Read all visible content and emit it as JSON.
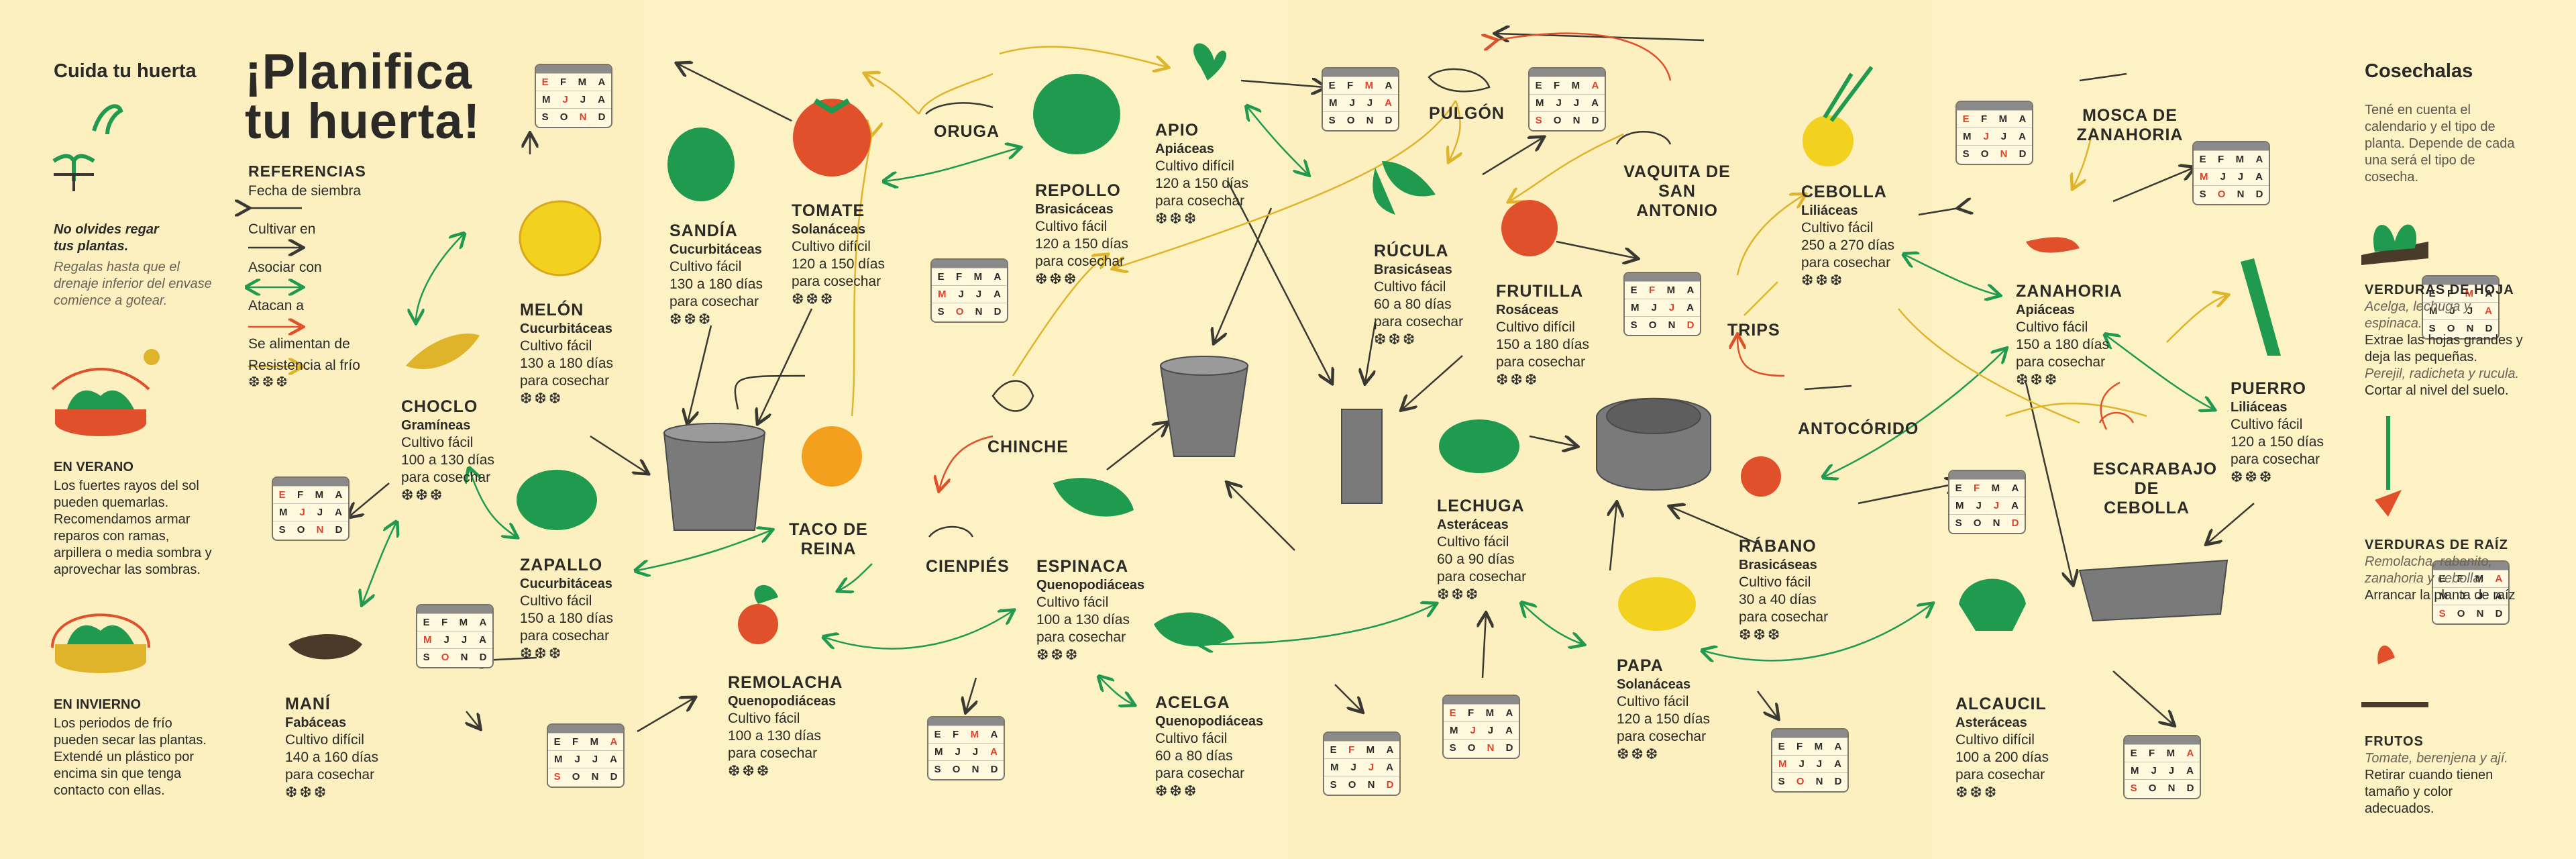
{
  "left": {
    "heading": "Cuida tu huerta",
    "water_title": "No olvides regar tus plantas.",
    "water_text": "Regalas hasta que el drenaje inferior del envase comience a gotear.",
    "summer_title": "EN VERANO",
    "summer_text": "Los fuertes rayos del sol pueden quemarlas. Recomendamos armar reparos con ramas, arpillera o media sombra y aprovechar las sombras.",
    "winter_title": "EN INVIERNO",
    "winter_text": "Los periodos de frío pueden secar las plantas. Extendé un plástico por encima sin que tenga contacto con ellas."
  },
  "title_line1": "¡Planifica",
  "title_line2": "tu huerta!",
  "references": {
    "heading": "REFERENCIAS",
    "items": [
      "Fecha de siembra",
      "Cultivar en",
      "Asociar con",
      "Atacan a",
      "Se alimentan de",
      "Resistencia al frío"
    ],
    "resistance_symbol": "❆❆❆"
  },
  "colors": {
    "green": "#1f9a4e",
    "yellow": "#e0b42a",
    "orange": "#e0502a",
    "dark": "#3a3832",
    "background": "#fdf0bf"
  },
  "calendar": {
    "row1": [
      "E",
      "F",
      "M",
      "A"
    ],
    "row2": [
      "M",
      "J",
      "J",
      "A"
    ],
    "row3": [
      "S",
      "O",
      "N",
      "D"
    ]
  },
  "plants": {
    "melon": {
      "name": "MELÓN",
      "family": "Cucurbitáceas",
      "difficulty": "Cultivo fácil",
      "days": "130 a 180 días",
      "harvest": "para cosechar",
      "resist": "❆❆❆"
    },
    "sandia": {
      "name": "SANDÍA",
      "family": "Cucurbitáceas",
      "difficulty": "Cultivo fácil",
      "days": "130 a 180 días",
      "harvest": "para cosechar",
      "resist": "❆❆❆"
    },
    "tomate": {
      "name": "TOMATE",
      "family": "Solanáceas",
      "difficulty": "Cultivo difícil",
      "days": "120 a 150 días",
      "harvest": "para cosechar",
      "resist": "❆❆❆"
    },
    "repollo": {
      "name": "REPOLLO",
      "family": "Brasicáceas",
      "difficulty": "Cultivo fácil",
      "days": "120 a 150 días",
      "harvest": "para cosechar",
      "resist": "❆❆❆"
    },
    "apio": {
      "name": "APIO",
      "family": "Apiáceas",
      "difficulty": "Cultivo difícil",
      "days": "120 a 150 días",
      "harvest": "para cosechar",
      "resist": "❆❆❆"
    },
    "rucula": {
      "name": "RÚCULA",
      "family": "Brasicáseas",
      "difficulty": "Cultivo fácil",
      "days": "60 a 80 días",
      "harvest": "para cosechar",
      "resist": "❆❆❆"
    },
    "frutilla": {
      "name": "FRUTILLA",
      "family": "Rosáceas",
      "difficulty": "Cultivo difícil",
      "days": "150 a 180 días",
      "harvest": "para cosechar",
      "resist": "❆❆❆"
    },
    "cebolla": {
      "name": "CEBOLLA",
      "family": "Liliáceas",
      "difficulty": "Cultivo fácil",
      "days": "250 a 270 días",
      "harvest": "para cosechar",
      "resist": "❆❆❆"
    },
    "zanahoria": {
      "name": "ZANAHORIA",
      "family": "Apiáceas",
      "difficulty": "Cultivo fácil",
      "days": "150 a 180 días",
      "harvest": "para cosechar",
      "resist": "❆❆❆"
    },
    "puerro": {
      "name": "PUERRO",
      "family": "Liliáceas",
      "difficulty": "Cultivo fácil",
      "days": "120 a 150 días",
      "harvest": "para cosechar",
      "resist": "❆❆❆"
    },
    "choclo": {
      "name": "CHOCLO",
      "family": "Gramíneas",
      "difficulty": "Cultivo fácil",
      "days": "100 a 130 días",
      "harvest": "para cosechar",
      "resist": "❆❆❆"
    },
    "zapallo": {
      "name": "ZAPALLO",
      "family": "Cucurbitáceas",
      "difficulty": "Cultivo fácil",
      "days": "150 a 180 días",
      "harvest": "para cosechar",
      "resist": "❆❆❆"
    },
    "mani": {
      "name": "MANÍ",
      "family": "Fabáceas",
      "difficulty": "Cultivo difícil",
      "days": "140 a 160 días",
      "harvest": "para cosechar",
      "resist": "❆❆❆"
    },
    "remolacha": {
      "name": "REMOLACHA",
      "family": "Quenopodiáceas",
      "difficulty": "Cultivo fácil",
      "days": "100 a 130 días",
      "harvest": "para cosechar",
      "resist": "❆❆❆"
    },
    "espinaca": {
      "name": "ESPINACA",
      "family": "Quenopodiáceas",
      "difficulty": "Cultivo fácil",
      "days": "100 a 130 días",
      "harvest": "para cosechar",
      "resist": "❆❆❆"
    },
    "acelga": {
      "name": "ACELGA",
      "family": "Quenopodiáceas",
      "difficulty": "Cultivo fácil",
      "days": "60 a 80 días",
      "harvest": "para cosechar",
      "resist": "❆❆❆"
    },
    "lechuga": {
      "name": "LECHUGA",
      "family": "Asteráceas",
      "difficulty": "Cultivo fácil",
      "days": "60 a 90 días",
      "harvest": "para cosechar",
      "resist": "❆❆❆"
    },
    "papa": {
      "name": "PAPA",
      "family": "Solanáceas",
      "difficulty": "Cultivo fácil",
      "days": "120 a 150 días",
      "harvest": "para cosechar",
      "resist": "❆❆❆"
    },
    "rabano": {
      "name": "RÁBANO",
      "family": "Brasicáseas",
      "difficulty": "Cultivo fácil",
      "days": "30 a 40 días",
      "harvest": "para cosechar",
      "resist": "❆❆❆"
    },
    "alcaucil": {
      "name": "ALCAUCIL",
      "family": "Asteráceas",
      "difficulty": "Cultivo difícil",
      "days": "100 a 200 días",
      "harvest": "para cosechar",
      "resist": "❆❆❆"
    }
  },
  "labels": {
    "oruga": "ORUGA",
    "pulgon": "PULGÓN",
    "vaquita": "VAQUITA DE SAN ANTONIO",
    "trips": "TRIPS",
    "mosca": "MOSCA DE ZANAHORIA",
    "chinche": "CHINCHE",
    "taco": "TACO DE REINA",
    "cienpies": "CIENPIÉS",
    "antocorido": "ANTOCÓRIDO",
    "escarabajo": "ESCARABAJO DE CEBOLLA"
  },
  "right": {
    "heading": "Cosechalas",
    "intro": "Tené en cuenta el calendario y el tipo de planta. Depende de cada una será el tipo de cosecha.",
    "leaf_title": "VERDURAS DE HOJA",
    "leaf_italic": "Acelga, lechuga y espinaca.",
    "leaf_text": "Extrae las hojas grandes y deja las pequeñas.",
    "leaf_italic2": "Perejil, radicheta y rucula.",
    "leaf_text2": "Cortar al nivel del suelo.",
    "root_title": "VERDURAS DE RAÍZ",
    "root_italic": "Remolacha, rabanito, zanahoria y cebolla.",
    "root_text": "Arrancar la planta de raíz",
    "fruit_title": "FRUTOS",
    "fruit_italic": "Tomate, berenjena y ají.",
    "fruit_text": "Retirar cuando tienen tamaño y color adecuados."
  }
}
